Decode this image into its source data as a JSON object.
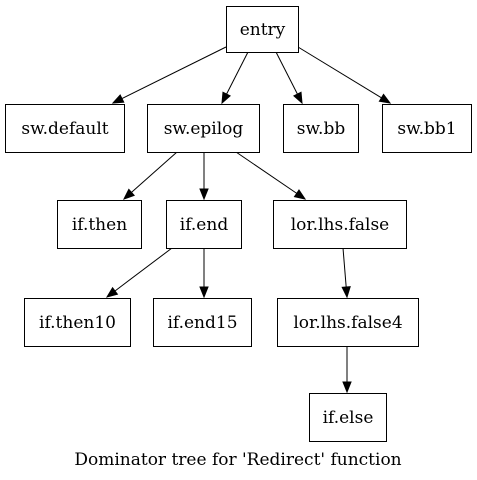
{
  "diagram": {
    "caption": "Dominator tree for 'Redirect' function",
    "nodes": [
      {
        "id": "entry",
        "label": "entry"
      },
      {
        "id": "sw_default",
        "label": "sw.default"
      },
      {
        "id": "sw_epilog",
        "label": "sw.epilog"
      },
      {
        "id": "sw_bb",
        "label": "sw.bb"
      },
      {
        "id": "sw_bb1",
        "label": "sw.bb1"
      },
      {
        "id": "if_then",
        "label": "if.then"
      },
      {
        "id": "if_end",
        "label": "if.end"
      },
      {
        "id": "lor_lhs_false",
        "label": "lor.lhs.false"
      },
      {
        "id": "if_then10",
        "label": "if.then10"
      },
      {
        "id": "if_end15",
        "label": "if.end15"
      },
      {
        "id": "lor_lhs_false4",
        "label": "lor.lhs.false4"
      },
      {
        "id": "if_else",
        "label": "if.else"
      }
    ],
    "edges": [
      {
        "from": "entry",
        "to": "sw_default"
      },
      {
        "from": "entry",
        "to": "sw_epilog"
      },
      {
        "from": "entry",
        "to": "sw_bb"
      },
      {
        "from": "entry",
        "to": "sw_bb1"
      },
      {
        "from": "sw_epilog",
        "to": "if_then"
      },
      {
        "from": "sw_epilog",
        "to": "if_end"
      },
      {
        "from": "sw_epilog",
        "to": "lor_lhs_false"
      },
      {
        "from": "if_end",
        "to": "if_then10"
      },
      {
        "from": "if_end",
        "to": "if_end15"
      },
      {
        "from": "lor_lhs_false",
        "to": "lor_lhs_false4"
      },
      {
        "from": "lor_lhs_false4",
        "to": "if_else"
      }
    ]
  }
}
